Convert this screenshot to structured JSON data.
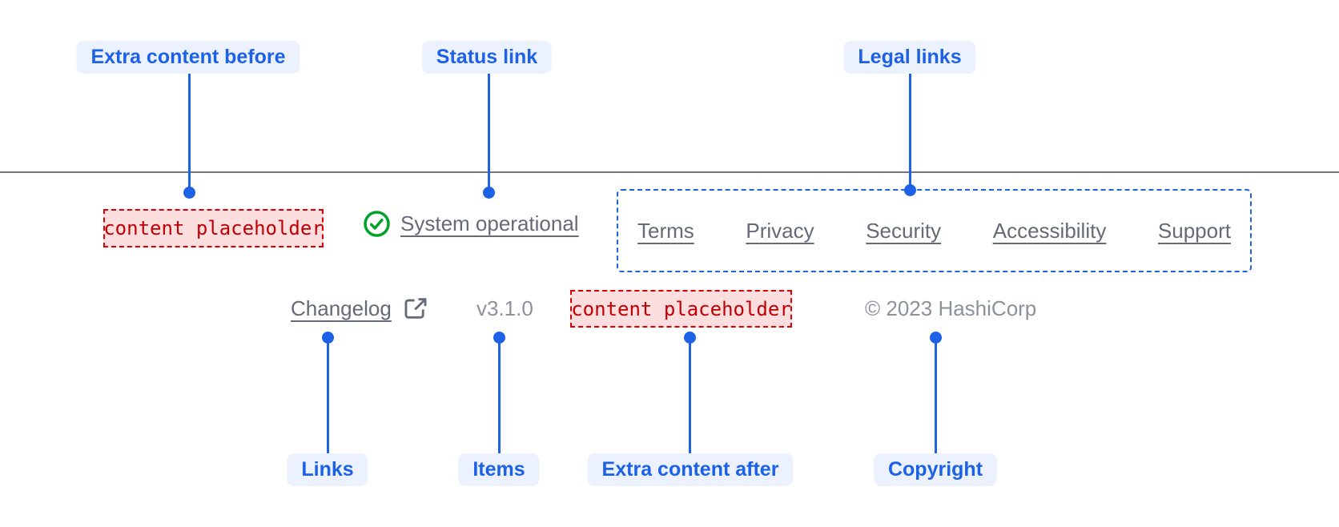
{
  "annotations": {
    "top": [
      {
        "label": "Extra content before"
      },
      {
        "label": "Status link"
      },
      {
        "label": "Legal links"
      }
    ],
    "bottom": [
      {
        "label": "Links"
      },
      {
        "label": "Items"
      },
      {
        "label": "Extra content after"
      },
      {
        "label": "Copyright"
      }
    ]
  },
  "footer": {
    "extra_content_before": {
      "text": "content placeholder"
    },
    "status": {
      "label": "System operational",
      "icon": "check-circle-icon"
    },
    "legal": {
      "links": [
        "Terms",
        "Privacy",
        "Security",
        "Accessibility",
        "Support"
      ]
    },
    "links": [
      {
        "label": "Changelog",
        "icon": "external-link-icon"
      }
    ],
    "version": "v3.1.0",
    "extra_content_after": {
      "text": "content placeholder"
    },
    "copyright": "© 2023 HashiCorp"
  },
  "colors": {
    "annotation_blue": "#1C61E6",
    "annotation_pill_bg": "#EBF2FE",
    "link_gray": "#656A76",
    "muted_gray": "#8D919C",
    "success_green": "#02A32B",
    "critical_red": "#C00005",
    "placeholder_bg": "#FCDEDE",
    "placeholder_border": "#DC0005",
    "divider_gray": "#71767E"
  }
}
